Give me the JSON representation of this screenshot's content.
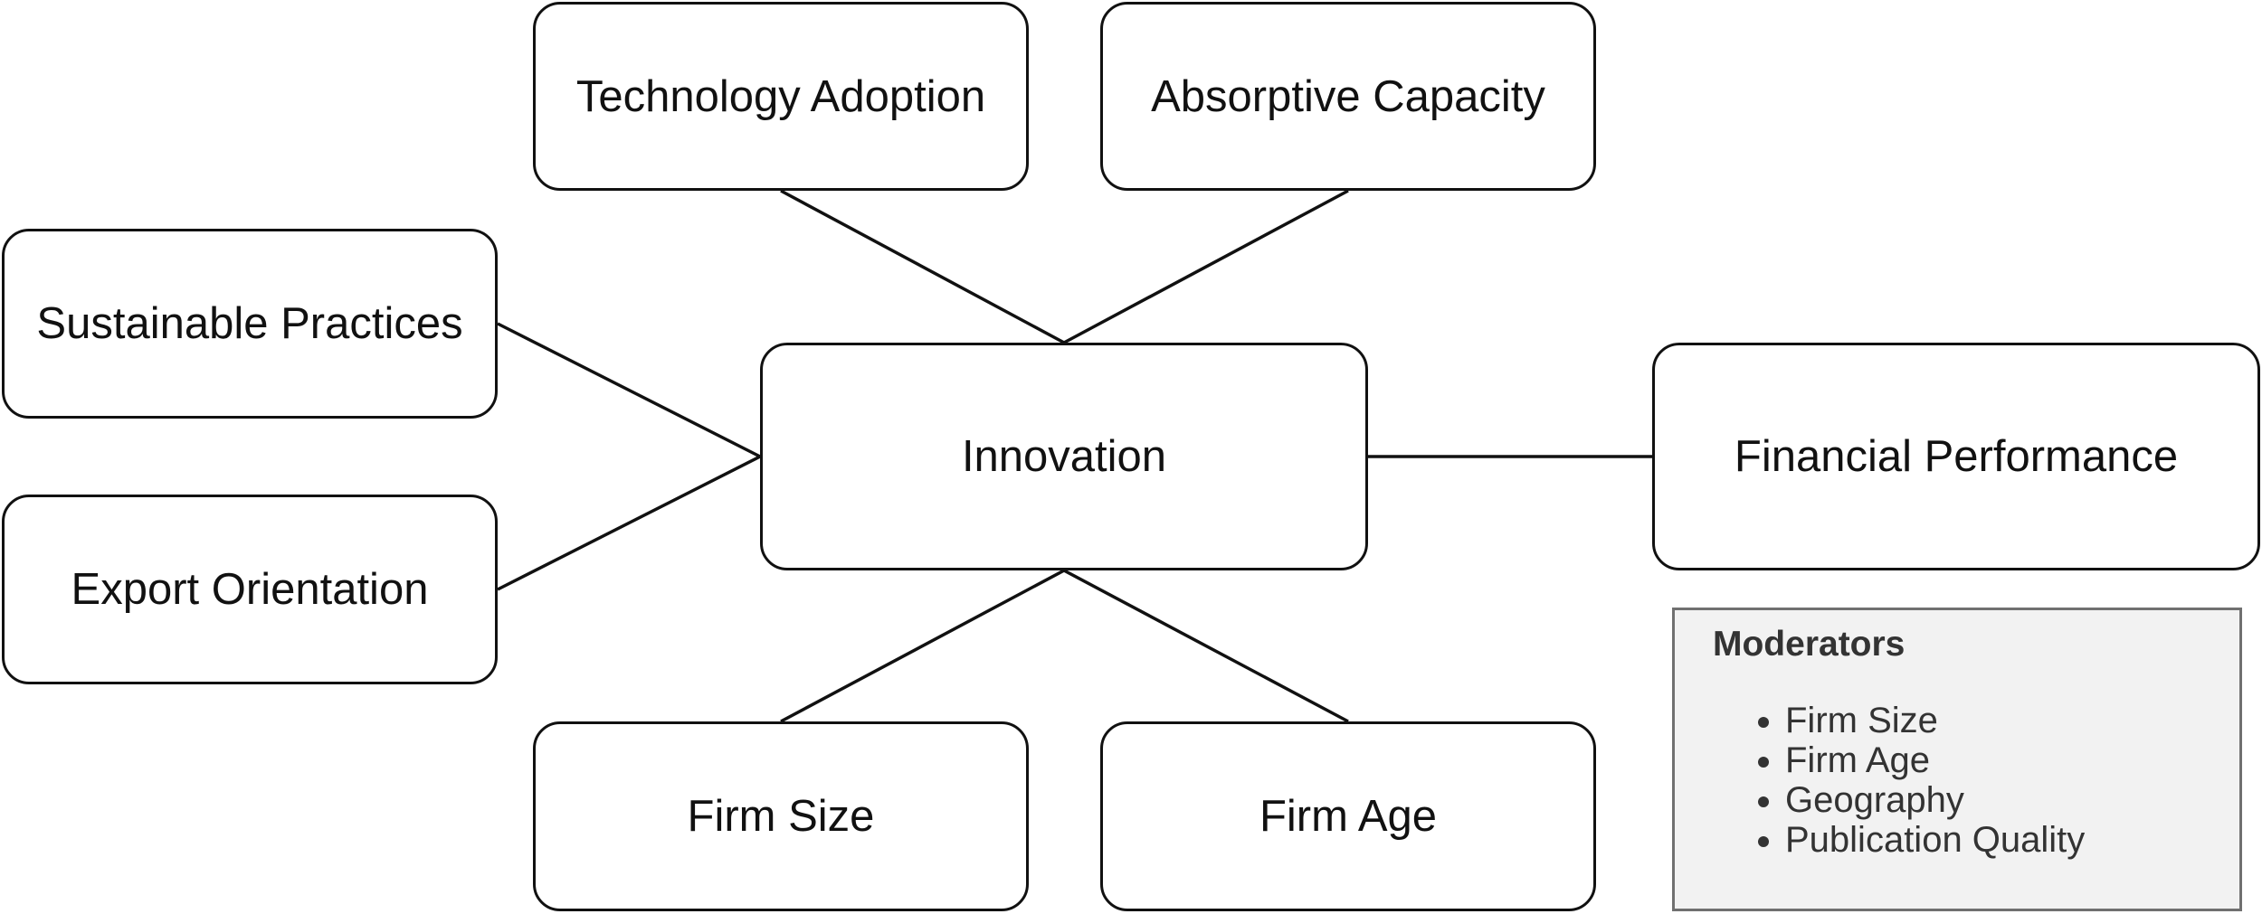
{
  "diagram": {
    "nodes": {
      "technology_adoption": "Technology Adoption",
      "absorptive_capacity": "Absorptive Capacity",
      "sustainable_practices": "Sustainable Practices",
      "export_orientation": "Export Orientation",
      "innovation": "Innovation",
      "financial_performance": "Financial Performance",
      "firm_size": "Firm Size",
      "firm_age": "Firm Age"
    },
    "edges": [
      [
        "technology_adoption",
        "innovation"
      ],
      [
        "absorptive_capacity",
        "innovation"
      ],
      [
        "sustainable_practices",
        "innovation"
      ],
      [
        "export_orientation",
        "innovation"
      ],
      [
        "innovation",
        "financial_performance"
      ],
      [
        "innovation",
        "firm_size"
      ],
      [
        "innovation",
        "firm_age"
      ]
    ],
    "moderators": {
      "title": "Moderators",
      "items": [
        "Firm Size",
        "Firm Age",
        "Geography",
        "Publication Quality"
      ]
    }
  },
  "colors": {
    "stroke": "#111111",
    "moderator_fill": "#f2f2f2",
    "moderator_border": "#707070"
  }
}
